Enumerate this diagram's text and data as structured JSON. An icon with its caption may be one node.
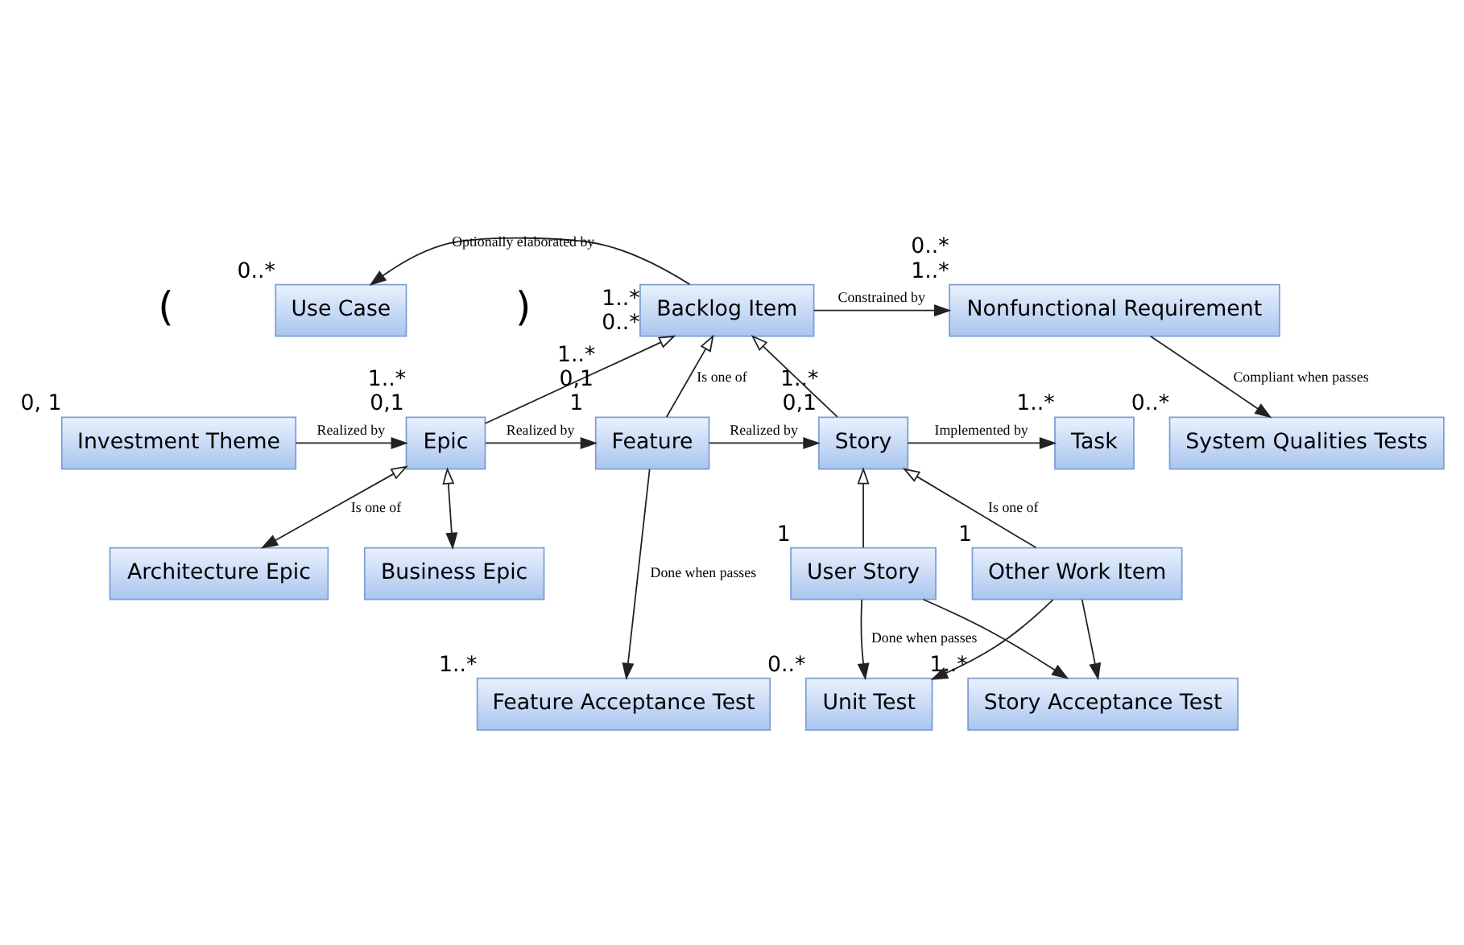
{
  "diagram": {
    "nodes": [
      {
        "text": [
          "Use Case"
        ],
        "beside": [
          "0..*"
        ]
      },
      {
        "text": [
          "Backlog Item"
        ],
        "beside": [
          "1..*",
          "0..*"
        ]
      },
      {
        "text": [
          "Nonfunctional Requirement"
        ],
        "beside": [
          "0..*",
          "1..*"
        ]
      },
      {
        "text": [
          "System Qualities Tests"
        ],
        "beside": [
          "0..*"
        ]
      },
      {
        "text": [
          "Investment Theme"
        ],
        "beside": [
          "0, 1"
        ]
      },
      {
        "text": [
          "Epic"
        ],
        "beside": [
          "1..*",
          "0,1"
        ]
      },
      {
        "text": [
          "Feature"
        ],
        "beside": [
          "1..*",
          "0,1",
          "1"
        ]
      },
      {
        "text": [
          "Story"
        ],
        "beside": [
          "1..*",
          "0,1"
        ]
      },
      {
        "text": [
          "Task"
        ],
        "beside": [
          "1..*"
        ]
      },
      {
        "text": [
          "Business Epic"
        ]
      },
      {
        "text": [
          "Architecture Epic"
        ]
      },
      {
        "text": [
          "Feature Acceptance Test"
        ],
        "beside": [
          "1..*"
        ]
      },
      {
        "text": [
          "User Story"
        ],
        "beside": [
          "1"
        ]
      },
      {
        "text": [
          "Other Work Item"
        ],
        "beside": [
          "1"
        ]
      },
      {
        "text": [
          "Story Acceptance Test"
        ],
        "beside": [
          "1..*"
        ]
      },
      {
        "text": [
          "Unit Test"
        ],
        "beside": [
          "0..*"
        ]
      }
    ],
    "edges": [
      {
        "from": 1,
        "to": 0,
        "arrow": "to",
        "label": "Optionally elaborated by"
      },
      {
        "from": 1,
        "to": 2,
        "arrow": "to",
        "label": "Constrained by"
      },
      {
        "from": 2,
        "to": 3,
        "arrow": "to",
        "label": "Compliant when passes"
      },
      {
        "from": 5,
        "to": 1,
        "arrow": "to"
      },
      {
        "from": 6,
        "to": 1,
        "arrow": "to",
        "label": "Is one of"
      },
      {
        "from": 7,
        "to": 1,
        "arrow": "to"
      },
      {
        "from": 4,
        "to": 5,
        "arrow": "to",
        "label": "Realized by"
      },
      {
        "from": 5,
        "to": 6,
        "arrow": "to",
        "label": "Realized by"
      },
      {
        "from": 6,
        "to": 7,
        "arrow": "to",
        "label": "Realized by"
      },
      {
        "from": 7,
        "to": 8,
        "arrow": "to",
        "label": "Implemented by"
      },
      {
        "from": 9,
        "to": 5,
        "arrow": "both"
      },
      {
        "from": 10,
        "to": 5,
        "arrow": "both",
        "label": "Is one of"
      },
      {
        "from": 6,
        "to": 11,
        "arrow": "to",
        "label": "Done when passes"
      },
      {
        "from": 12,
        "to": 7,
        "arrow": "to"
      },
      {
        "from": 13,
        "to": 7,
        "arrow": "to",
        "label": "Is one of"
      },
      {
        "from": 12,
        "to": 14,
        "arrow": "to"
      },
      {
        "from": 12,
        "to": 15,
        "arrow": "to",
        "label": "Done when passes"
      },
      {
        "from": 13,
        "to": 14,
        "arrow": "to"
      },
      {
        "from": 13,
        "to": 15,
        "arrow": "to"
      }
    ],
    "labels": [
      "(",
      ")"
    ]
  }
}
